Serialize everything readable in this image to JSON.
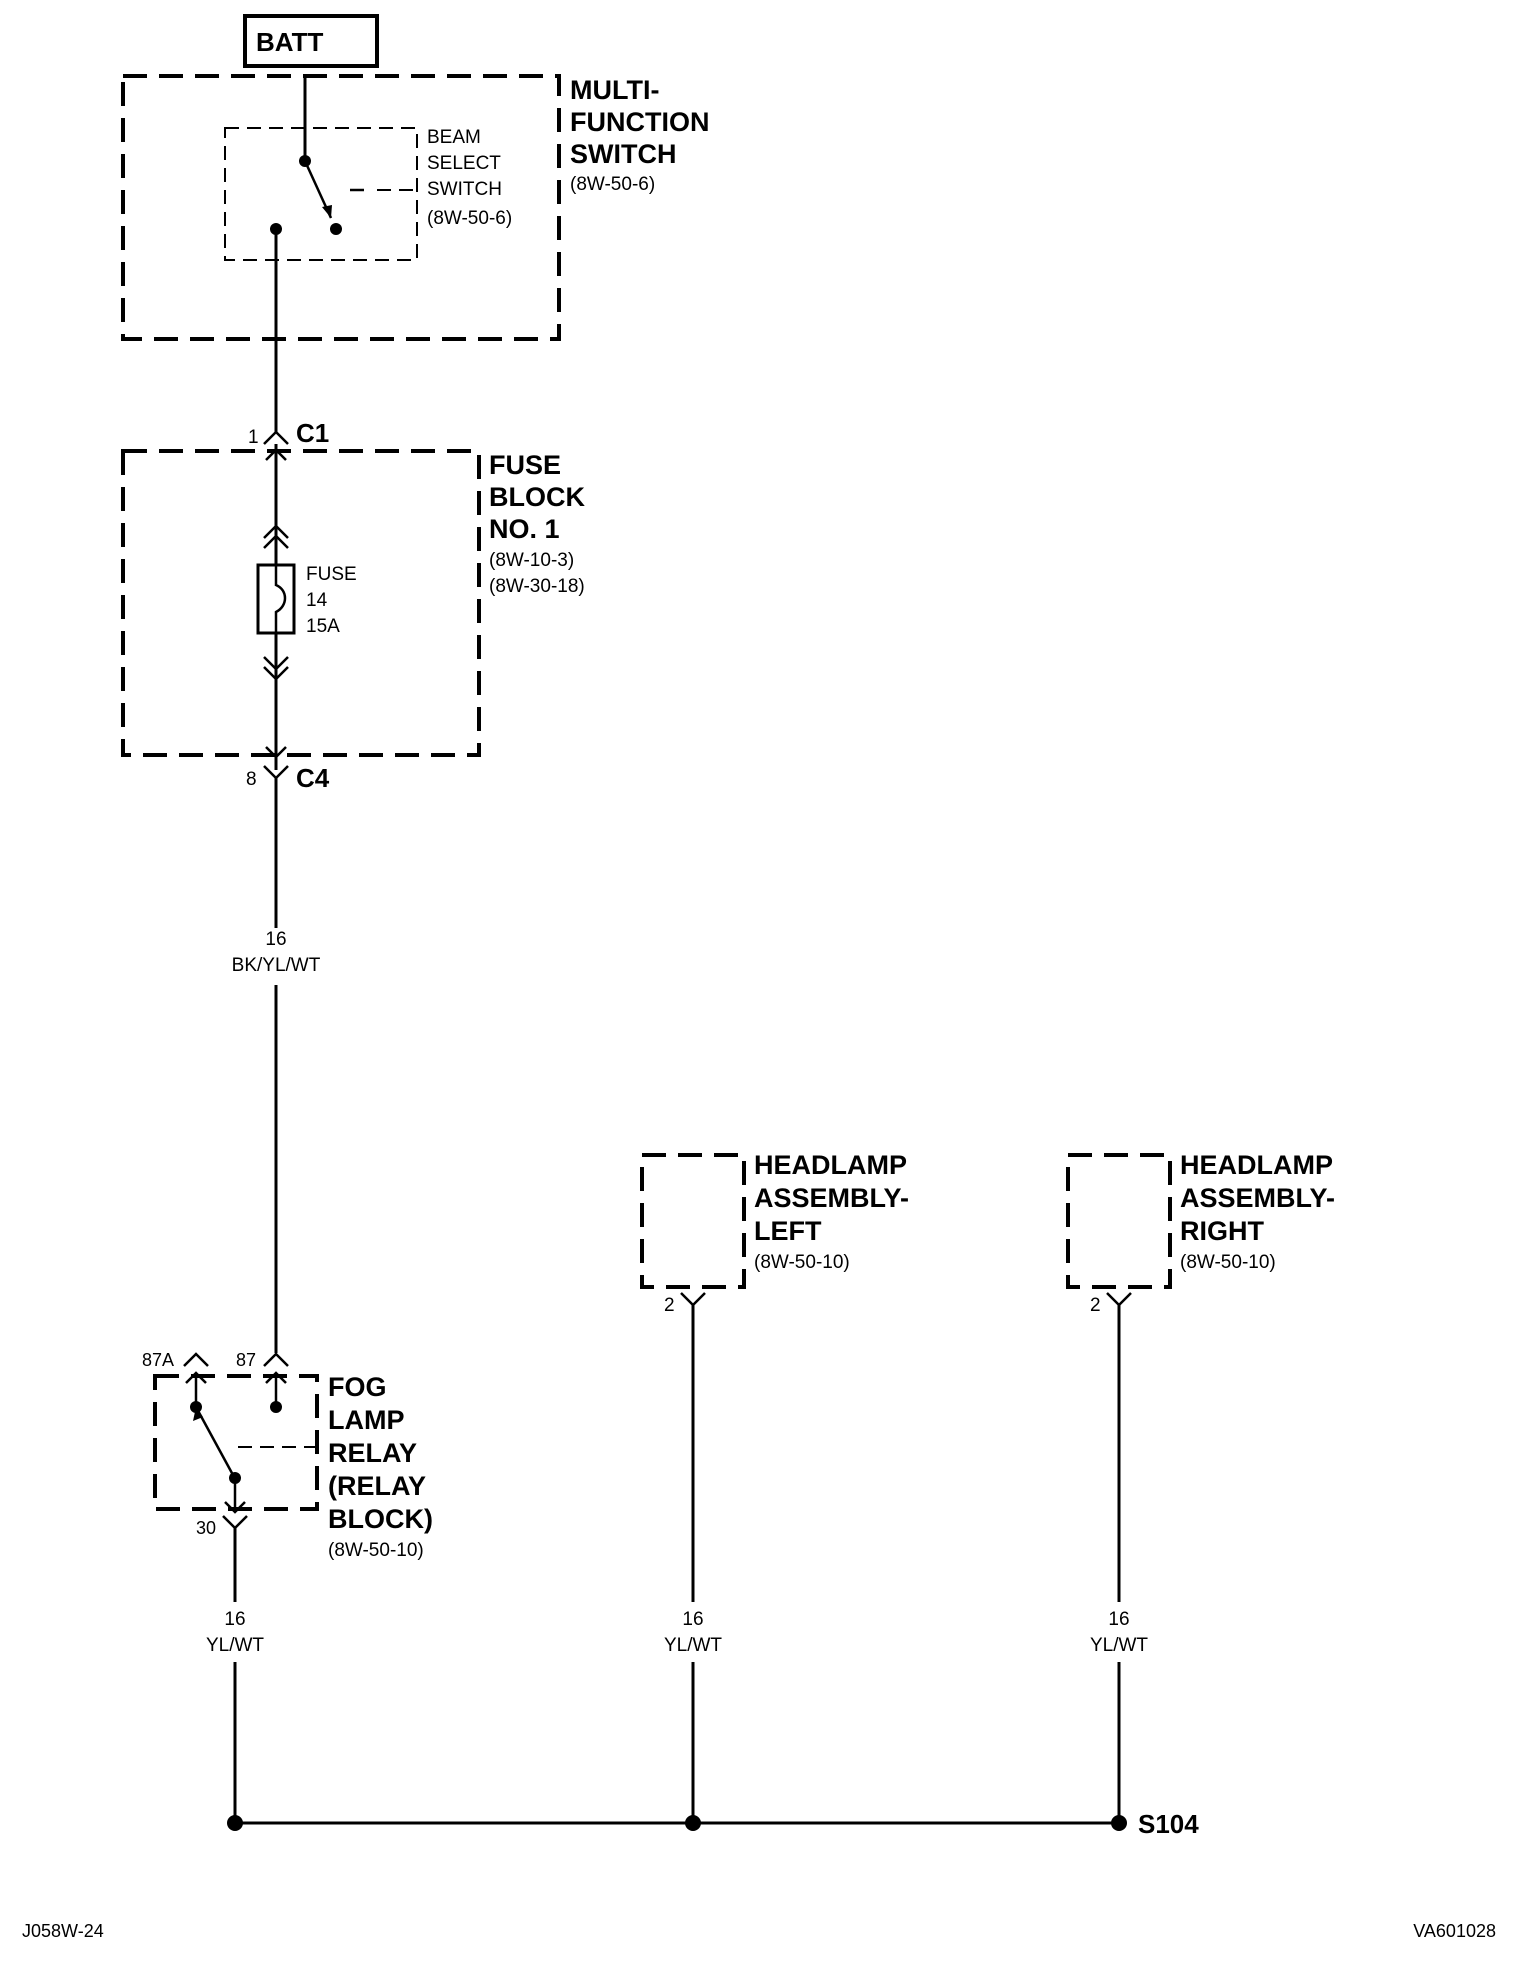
{
  "batt": {
    "label": "BATT"
  },
  "multifunction_switch": {
    "lines": [
      "MULTI-",
      "FUNCTION",
      "SWITCH"
    ],
    "ref": "(8W-50-6)"
  },
  "beam_select_switch": {
    "lines": [
      "BEAM",
      "SELECT",
      "SWITCH"
    ],
    "ref": "(8W-50-6)"
  },
  "connector_c1": {
    "pin": "1",
    "name": "C1"
  },
  "fuse_block": {
    "lines": [
      "FUSE",
      "BLOCK",
      "NO. 1"
    ],
    "refs": [
      "(8W-10-3)",
      "(8W-30-18)"
    ]
  },
  "fuse": {
    "lines": [
      "FUSE",
      "14",
      "15A"
    ]
  },
  "connector_c4": {
    "pin": "8",
    "name": "C4"
  },
  "wire_main": {
    "gauge": "16",
    "color": "BK/YL/WT"
  },
  "headlamp_left": {
    "lines": [
      "HEADLAMP",
      "ASSEMBLY-",
      "LEFT"
    ],
    "ref": "(8W-50-10)",
    "pin": "2"
  },
  "headlamp_right": {
    "lines": [
      "HEADLAMP",
      "ASSEMBLY-",
      "RIGHT"
    ],
    "ref": "(8W-50-10)",
    "pin": "2"
  },
  "fog_relay": {
    "lines": [
      "FOG",
      "LAMP",
      "RELAY",
      "(RELAY",
      "BLOCK)"
    ],
    "ref": "(8W-50-10)",
    "pin_87a": "87A",
    "pin_87": "87",
    "pin_30": "30"
  },
  "wire_relay_out": {
    "gauge": "16",
    "color": "YL/WT"
  },
  "wire_left": {
    "gauge": "16",
    "color": "YL/WT"
  },
  "wire_right": {
    "gauge": "16",
    "color": "YL/WT"
  },
  "splice": {
    "name": "S104"
  },
  "footer": {
    "left_code": "J058W-24",
    "right_code": "VA601028"
  }
}
